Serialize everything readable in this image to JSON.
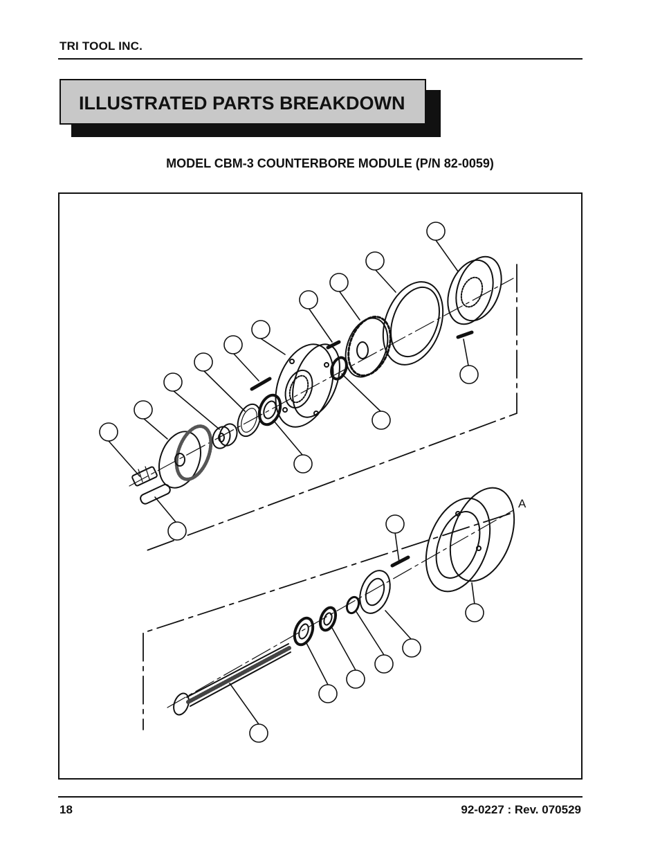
{
  "header": {
    "company": "TRI TOOL INC."
  },
  "title": "ILLUSTRATED PARTS BREAKDOWN",
  "subtitle": "MODEL CBM-3 COUNTERBORE MODULE (P/N 82-0059)",
  "figure": {
    "view_label": "A"
  },
  "footer": {
    "page_number": "18",
    "doc_revision": "92-0227 : Rev. 070529"
  }
}
